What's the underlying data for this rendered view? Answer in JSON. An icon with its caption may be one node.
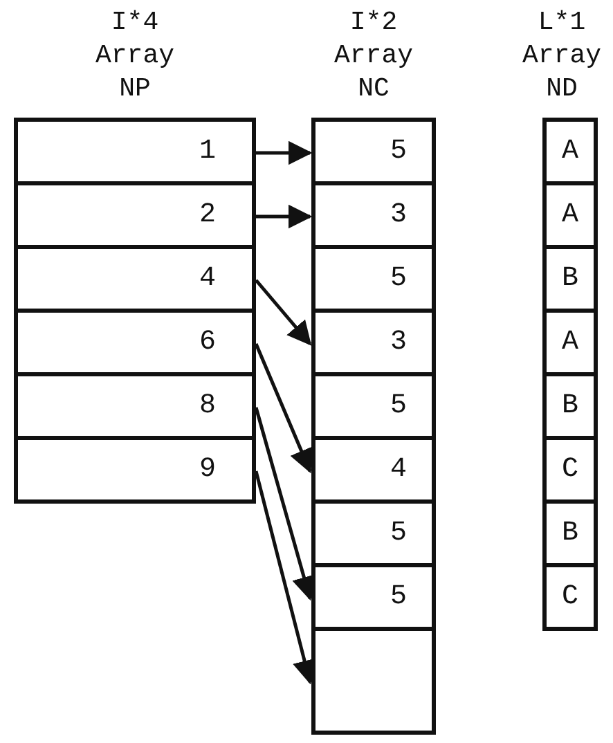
{
  "diagram": {
    "nodes": [
      {
        "text": [
          "I*4 Array NP"
        ]
      },
      {
        "text": [
          "1"
        ],
        "in": 0
      },
      {
        "text": [
          "2"
        ],
        "in": 0
      },
      {
        "text": [
          "4"
        ],
        "in": 0
      },
      {
        "text": [
          "6"
        ],
        "in": 0
      },
      {
        "text": [
          "8"
        ],
        "in": 0
      },
      {
        "text": [
          "9"
        ],
        "in": 0
      },
      {
        "text": [
          "I*2 Array NC"
        ]
      },
      {
        "text": [
          "5"
        ],
        "in": 7
      },
      {
        "text": [
          "3"
        ],
        "in": 7
      },
      {
        "text": [
          "5"
        ],
        "in": 7
      },
      {
        "text": [
          "3"
        ],
        "in": 7
      },
      {
        "text": [
          "5"
        ],
        "in": 7
      },
      {
        "text": [
          "4"
        ],
        "in": 7
      },
      {
        "text": [
          "5"
        ],
        "in": 7
      },
      {
        "text": [
          "5"
        ],
        "in": 7
      },
      {
        "text": [],
        "shape": "box",
        "in": 7
      },
      {
        "text": [
          "L*1 Array ND"
        ]
      },
      {
        "text": [
          "A"
        ],
        "in": 17
      },
      {
        "text": [
          "A"
        ],
        "in": 17
      },
      {
        "text": [
          "B"
        ],
        "in": 17
      },
      {
        "text": [
          "A"
        ],
        "in": 17
      },
      {
        "text": [
          "B"
        ],
        "in": 17
      },
      {
        "text": [
          "C"
        ],
        "in": 17
      },
      {
        "text": [
          "B"
        ],
        "in": 17
      },
      {
        "text": [
          "C"
        ],
        "in": 17
      }
    ],
    "edges": [
      {
        "from": 1,
        "to": 8,
        "arrow": "to"
      },
      {
        "from": 2,
        "to": 9,
        "arrow": "to"
      },
      {
        "from": 3,
        "to": 11,
        "arrow": "to"
      },
      {
        "from": 4,
        "to": 13,
        "arrow": "to"
      },
      {
        "from": 5,
        "to": 15,
        "arrow": "to"
      },
      {
        "from": 6,
        "to": 16,
        "arrow": "to"
      }
    ]
  }
}
